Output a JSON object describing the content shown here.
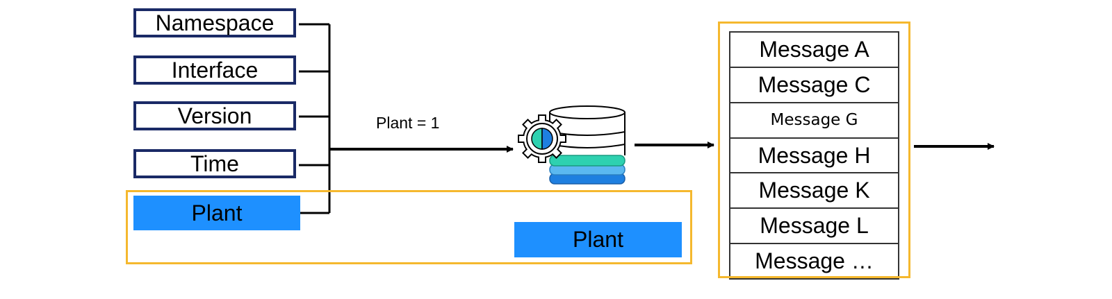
{
  "fields": [
    {
      "label": "Namespace"
    },
    {
      "label": "Interface"
    },
    {
      "label": "Version"
    },
    {
      "label": "Time"
    },
    {
      "label": "Plant"
    }
  ],
  "filter_label": "Plant = 1",
  "result_field": "Plant",
  "messages": [
    {
      "label": "Message A"
    },
    {
      "label": "Message C"
    },
    {
      "label": "Message G"
    },
    {
      "label": "Message H"
    },
    {
      "label": "Message K"
    },
    {
      "label": "Message L"
    },
    {
      "label": "Message …"
    }
  ],
  "icon": "database-gear-icon",
  "colors": {
    "field_border": "#1a2a66",
    "highlight_fill": "#1e90ff",
    "highlight_box": "#f5b82e",
    "db_teal": "#2ed1b0",
    "db_light_blue": "#5bb8f0",
    "db_blue": "#1e7fe0"
  }
}
